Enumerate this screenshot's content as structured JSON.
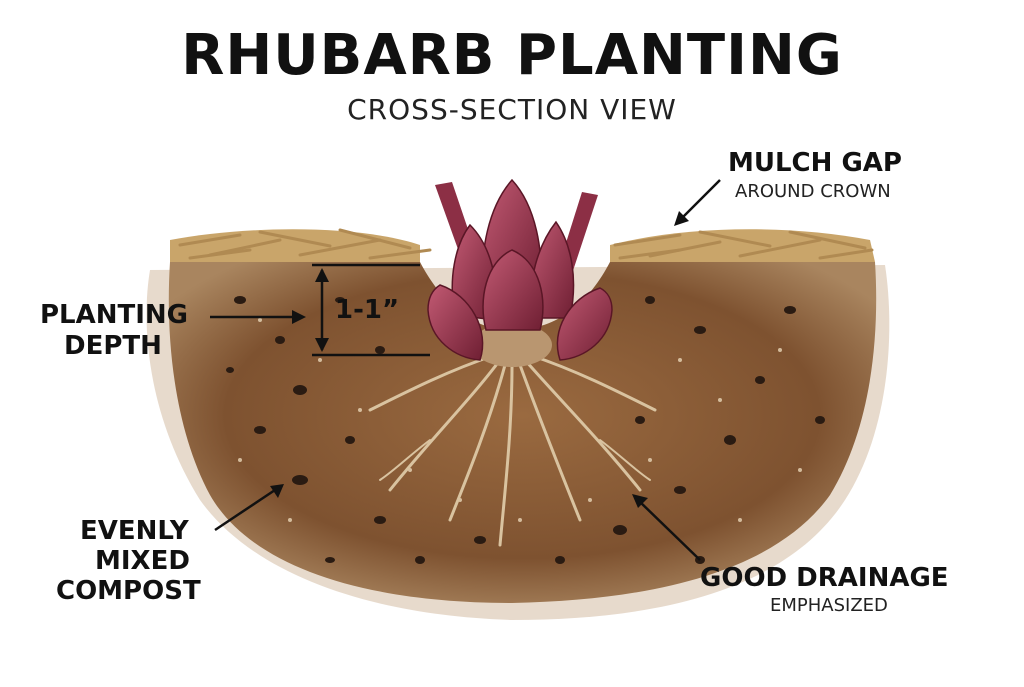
{
  "title": "RHUBARB PLANTING",
  "subtitle": "CROSS-SECTION VIEW",
  "labels": {
    "mulch_gap": "MULCH GAP",
    "mulch_gap_sub": "AROUND CROWN",
    "planting_depth_line1": "PLANTING",
    "planting_depth_line2": "DEPTH",
    "depth_value": "1-1”",
    "compost_line1": "EVENLY",
    "compost_line2": "MIXED",
    "compost_line3": "COMPOST",
    "drainage": "GOOD DRAINAGE",
    "drainage_sub": "EMPHASIZED"
  },
  "colors": {
    "soil": "#8a5a34",
    "soil_dark": "#6b4226",
    "mulch": "#c9a56a",
    "stalk": "#8c2f45",
    "bud": "#b0415c",
    "root": "#d9c3a0"
  }
}
